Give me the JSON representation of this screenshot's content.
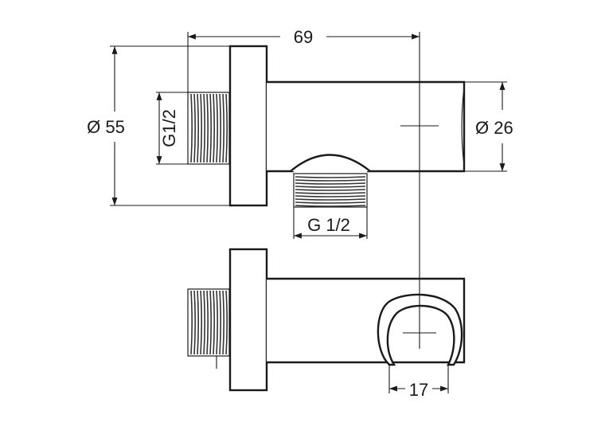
{
  "diagram": {
    "dimensions": {
      "length": "69",
      "flange_diameter": "Ø 55",
      "outlet_diameter": "Ø 26",
      "rear_thread": "G1/2",
      "bottom_thread": "G 1/2",
      "holder_width": "17"
    }
  }
}
